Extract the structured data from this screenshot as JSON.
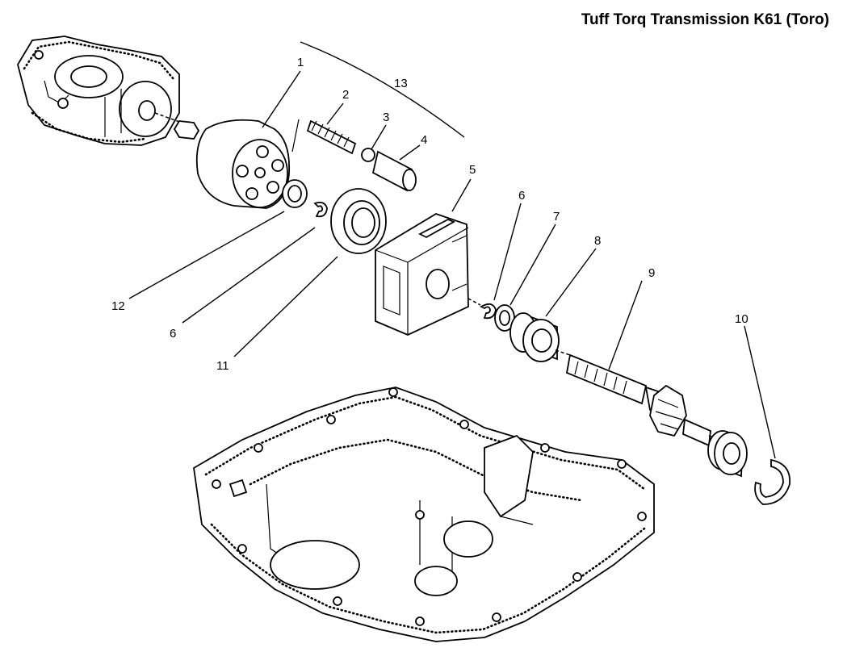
{
  "title": "Tuff Torq Transmission K61 (Toro)",
  "callouts": {
    "c1": "1",
    "c2": "2",
    "c3": "3",
    "c4": "4",
    "c5": "5",
    "c6a": "6",
    "c6b": "6",
    "c7": "7",
    "c8": "8",
    "c9": "9",
    "c10": "10",
    "c11": "11",
    "c12": "12",
    "c13": "13"
  }
}
